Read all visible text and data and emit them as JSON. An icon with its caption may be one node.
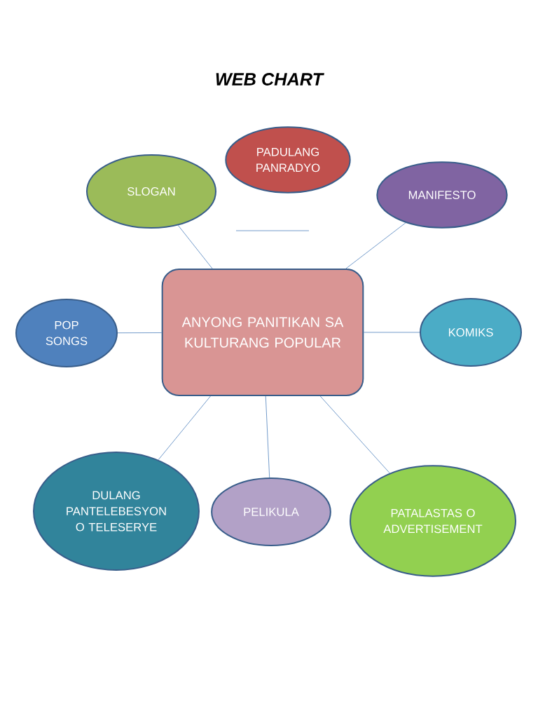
{
  "diagram": {
    "title": "WEB CHART",
    "nodes": [
      {
        "text": [
          "PADULANG PANRADYO"
        ]
      },
      {
        "text": [
          "SLOGAN"
        ]
      },
      {
        "text": [
          "MANIFESTO"
        ]
      },
      {
        "text": [
          "ANYONG PANITIKAN SA KULTURANG POPULAR"
        ]
      },
      {
        "text": [
          "POP SONGS"
        ]
      },
      {
        "text": [
          "KOMIKS"
        ]
      },
      {
        "text": [
          "DULANG PANTELEBESYON O TELESERYE"
        ]
      },
      {
        "text": [
          "PELIKULA"
        ]
      },
      {
        "text": [
          "PATALASTAS O ADVERTISEMENT"
        ]
      }
    ],
    "edges": [
      {
        "from": 3,
        "to": 1,
        "arrow": "none"
      },
      {
        "from": 3,
        "to": 2,
        "arrow": "none"
      },
      {
        "from": 3,
        "to": 4,
        "arrow": "none"
      },
      {
        "from": 3,
        "to": 5,
        "arrow": "none"
      },
      {
        "from": 3,
        "to": 6,
        "arrow": "none"
      },
      {
        "from": 3,
        "to": 7,
        "arrow": "none"
      },
      {
        "from": 3,
        "to": 8,
        "arrow": "none"
      }
    ]
  }
}
